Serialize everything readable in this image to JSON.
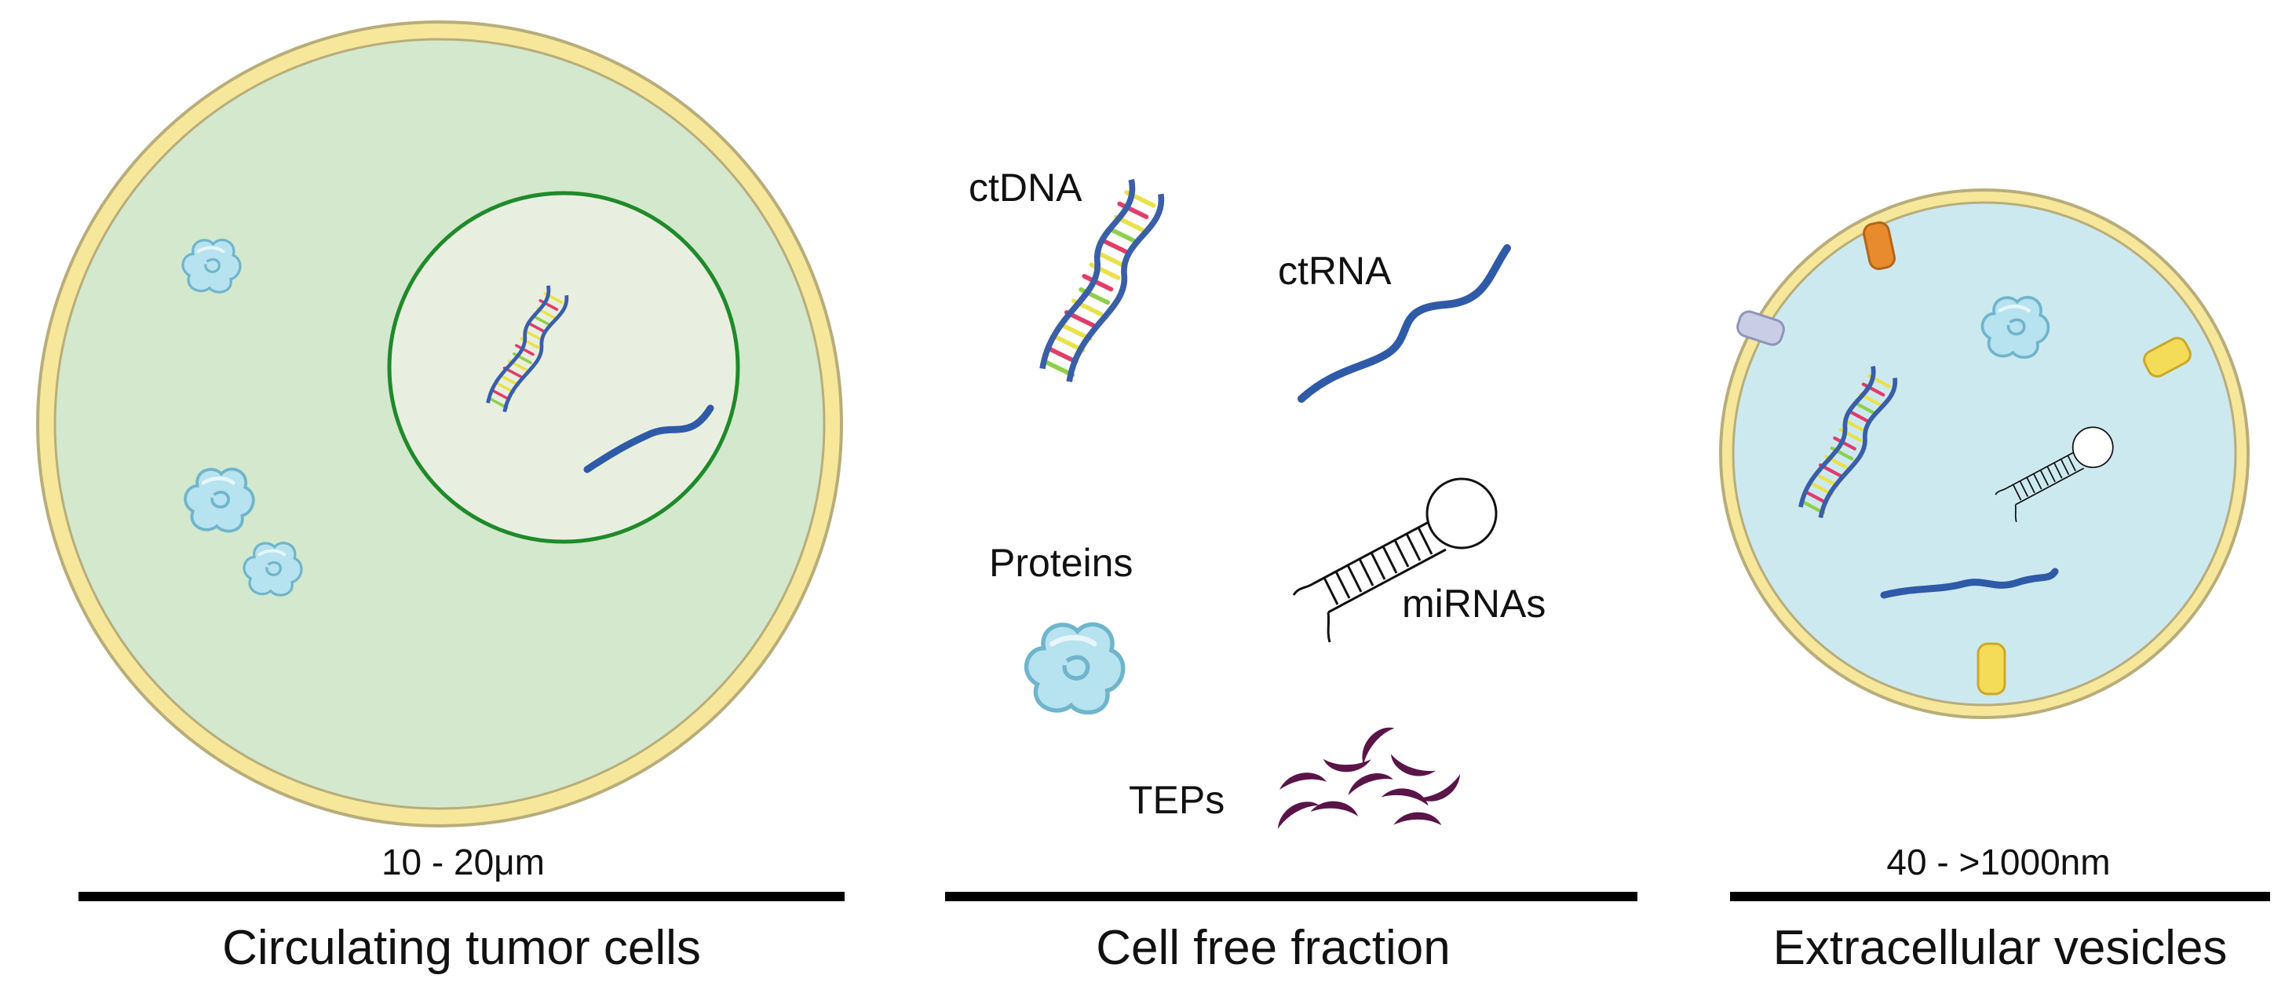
{
  "colors": {
    "cell_membrane": "#f6e79a",
    "cell_membrane_stroke": "#b8ad7a",
    "cytoplasm": "#d3e8cd",
    "nucleus_fill": "#e9efe0",
    "nucleus_stroke": "#1f8a2a",
    "vesicle_fill": "#cde9f0",
    "rna_blue": "#2f5aa8",
    "dna_backbone": "#3a5fa7",
    "protein_fill": "#b7e2ef",
    "protein_stroke": "#6fb5cc",
    "tep_purple": "#5a1448",
    "divider": "#000000"
  },
  "icons": [
    "dna-helix-icon",
    "rna-strand-icon",
    "protein-icon",
    "mirna-hairpin-icon",
    "platelet-icon",
    "membrane-protein-icon"
  ],
  "sections": {
    "ctc": {
      "size_label": "10 - 20μm",
      "title": "Circulating tumor cells"
    },
    "cell_free": {
      "title": "Cell free fraction",
      "labels": {
        "ctdna": "ctDNA",
        "ctrna": "ctRNA",
        "proteins": "Proteins",
        "mirnas": "miRNAs",
        "teps": "TEPs"
      }
    },
    "ev": {
      "size_label": "40 - >1000nm",
      "title": "Extracellular vesicles"
    }
  }
}
